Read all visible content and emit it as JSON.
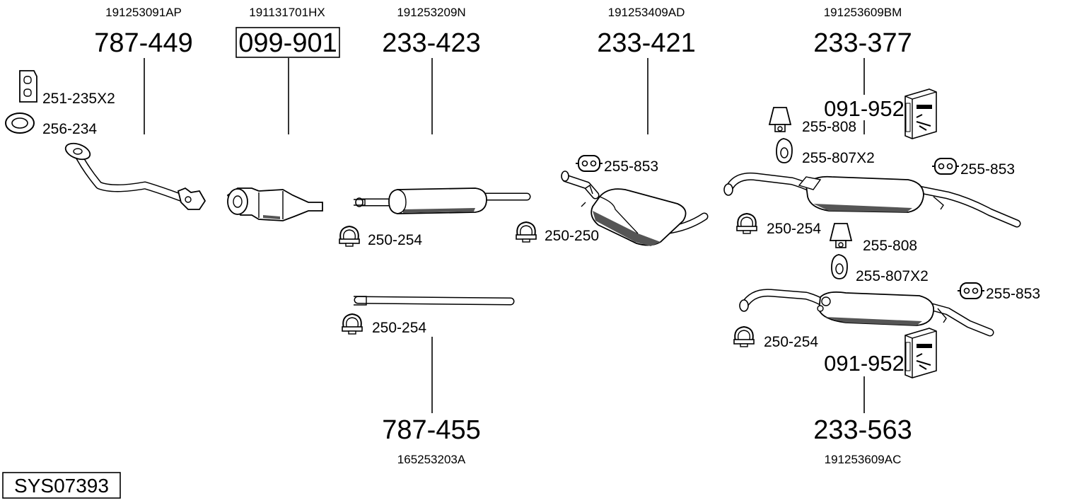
{
  "diagram_id": "SYS07393",
  "columns": [
    {
      "oe_top": "191253091AP",
      "part_top": "787-449"
    },
    {
      "oe_top": "191131701HX",
      "part_top": "099-901"
    },
    {
      "oe_top": "191253209N",
      "part_top": "233-423",
      "part_bottom": "787-455",
      "oe_bottom": "165253203A"
    },
    {
      "oe_top": "191253409AD",
      "part_top": "233-421"
    },
    {
      "oe_top": "191253609BM",
      "part_top": "233-377",
      "part_bottom": "233-563",
      "oe_bottom": "191253609AC"
    }
  ],
  "accessories": {
    "bracket": "251-235X2",
    "gasket": "256-234",
    "clamp_1": "250-254",
    "clamp_2": "250-250",
    "hanger_mid": "255-853",
    "clamp_3": "250-254",
    "clamp_4": "250-254",
    "clamp_5": "250-254",
    "rubber_top": "255-808",
    "ring_top": "255-807X2",
    "hanger_top": "255-853",
    "rubber_bottom": "255-808",
    "ring_bottom": "255-807X2",
    "hanger_bottom": "255-853",
    "kit_top": "091-952",
    "kit_bottom": "091-952"
  }
}
